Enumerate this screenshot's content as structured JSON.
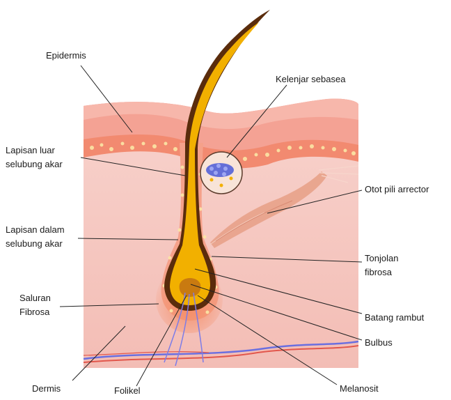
{
  "diagram": {
    "labels": {
      "epidermis": "Epidermis",
      "sebaceous_gland": "Kelenjar sebasea",
      "outer_root_sheath_1": "Lapisan luar",
      "outer_root_sheath_2": "selubung akar",
      "arrector_pili": "Otot pili arrector",
      "inner_root_sheath_1": "Lapisan dalam",
      "inner_root_sheath_2": "selubung akar",
      "fibrous_bulge_1": "Tonjolan",
      "fibrous_bulge_2": "fibrosa",
      "fibrous_canal_1": "Saluran",
      "fibrous_canal_2": "Fibrosa",
      "hair_shaft": "Batang rambut",
      "bulb": "Bulbus",
      "dermis": "Dermis",
      "follicle": "Folikel",
      "melanocyte": "Melanosit"
    },
    "colors": {
      "dermis": "#f6c6c0",
      "dermis_dark": "#efb1aa",
      "epidermis": "#f4a294",
      "epidermis_top": "#f7b7ab",
      "cell_layer": "#f28a70",
      "cell_dot": "#fbe7a6",
      "hair_outer": "#5a2c0c",
      "hair_inner": "#f2b000",
      "muscle": "#e8a38c",
      "vessel_blue": "#6a6fe0",
      "vessel_red": "#e2574c",
      "gland": "#4a5ad8"
    }
  }
}
